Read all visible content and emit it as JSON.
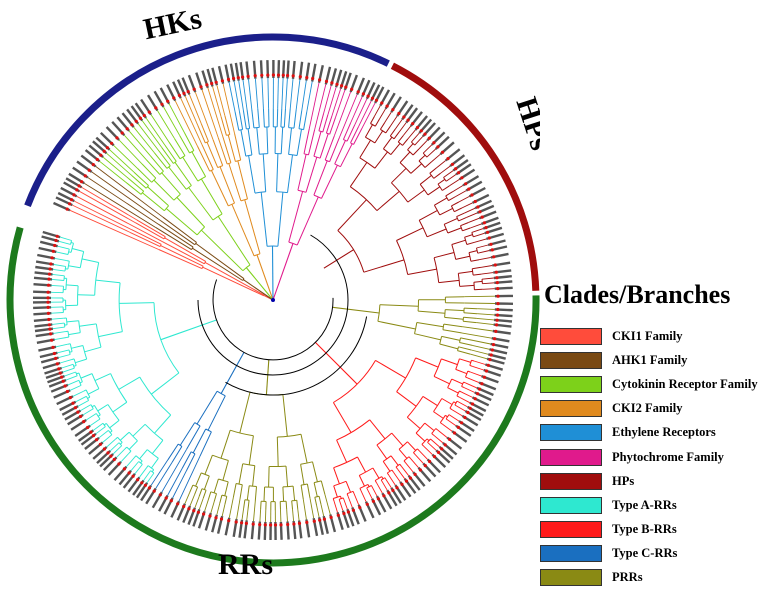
{
  "diagram": {
    "ring_labels": [
      {
        "id": "hks",
        "text": "HKs",
        "color": "#1b1f8a"
      },
      {
        "id": "hps",
        "text": "HPs",
        "color": "#a00d0d"
      },
      {
        "id": "rrs",
        "text": "RRs",
        "color": "#1d7a1d"
      }
    ]
  },
  "legend": {
    "title": "Clades/Branches",
    "items": [
      {
        "label": "CKI1 Family",
        "color": "#ff4c3b"
      },
      {
        "label": "AHK1 Family",
        "color": "#7a4a14"
      },
      {
        "label": "Cytokinin Receptor Family",
        "color": "#7dd11a"
      },
      {
        "label": "CKI2 Family",
        "color": "#e08a1e"
      },
      {
        "label": "Ethylene Receptors",
        "color": "#1f8fd6"
      },
      {
        "label": "Phytochrome Family",
        "color": "#e01a8c"
      },
      {
        "label": "HPs",
        "color": "#a00d0d"
      },
      {
        "label": "Type A-RRs",
        "color": "#2ee8d0"
      },
      {
        "label": "Type B-RRs",
        "color": "#ff1a1a"
      },
      {
        "label": "Type C-RRs",
        "color": "#1a6fc0"
      },
      {
        "label": "PRRs",
        "color": "#8a8a14"
      }
    ]
  }
}
